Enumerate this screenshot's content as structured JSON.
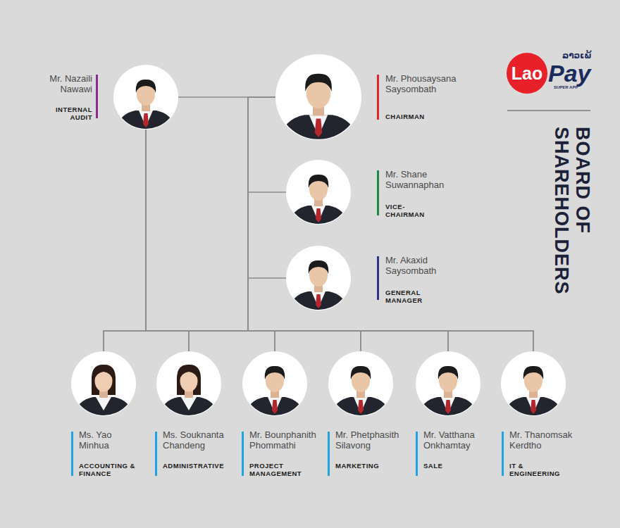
{
  "diagram": {
    "title": "BOARD OF SHAREHOLDERS",
    "nodes": [
      {
        "text": [
          "Mr. Nazaili Nawawi",
          "INTERNAL AUDIT"
        ]
      },
      {
        "text": [
          "Mr. Phousaysana Saysombath",
          "CHAIRMAN"
        ]
      },
      {
        "text": [
          "Mr. Shane Suwannaphan",
          "VICE-CHAIRMAN"
        ]
      },
      {
        "text": [
          "Mr. Akaxid Saysombath",
          "GENERAL MANAGER"
        ]
      },
      {
        "text": [
          "Ms. Yao Minhua",
          "ACCOUNTING & FINANCE"
        ]
      },
      {
        "text": [
          "Ms. Souknanta Chandeng",
          "ADMINISTRATIVE"
        ]
      },
      {
        "text": [
          "Mr. Bounphanith Phommathi",
          "PROJECT MANAGEMENT"
        ]
      },
      {
        "text": [
          "Mr. Phetphasith Silavong",
          "MARKETING"
        ]
      },
      {
        "text": [
          "Mr. Vatthana Onkhamtay",
          "SALE"
        ]
      },
      {
        "text": [
          "Mr. Thanomsak Kerdtho",
          "IT & ENGINEERING"
        ]
      }
    ],
    "edges": [
      {
        "from": 0,
        "to": 1,
        "arrow": "none"
      },
      {
        "from": 1,
        "to": 2,
        "arrow": "none"
      },
      {
        "from": 1,
        "to": 3,
        "arrow": "none"
      },
      {
        "from": 1,
        "to": 4,
        "arrow": "none"
      },
      {
        "from": 1,
        "to": 5,
        "arrow": "none"
      },
      {
        "from": 1,
        "to": 6,
        "arrow": "none"
      },
      {
        "from": 1,
        "to": 7,
        "arrow": "none"
      },
      {
        "from": 1,
        "to": 8,
        "arrow": "none"
      },
      {
        "from": 1,
        "to": 9,
        "arrow": "none"
      },
      {
        "from": 0,
        "to": 4,
        "arrow": "none"
      },
      {
        "from": 0,
        "to": 5,
        "arrow": "none"
      },
      {
        "from": 0,
        "to": 6,
        "arrow": "none"
      },
      {
        "from": 0,
        "to": 7,
        "arrow": "none"
      },
      {
        "from": 0,
        "to": 8,
        "arrow": "none"
      },
      {
        "from": 0,
        "to": 9,
        "arrow": "none"
      }
    ],
    "labels": [
      "Lao",
      "Pay",
      "ລາວເພ້",
      "SUPER APP"
    ]
  }
}
